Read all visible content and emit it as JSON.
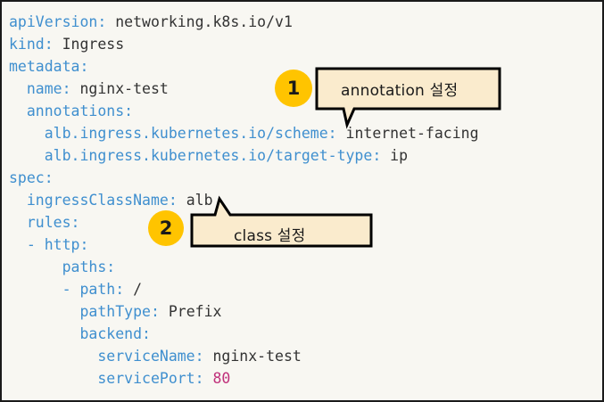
{
  "document": {
    "title": "Kubernetes Ingress YAML manifest with annotations",
    "background_color": "#f8f7f2",
    "border_color": "#1a1a1a",
    "key_color": "#3f8fcf",
    "value_color": "#333333",
    "number_color": "#c0307a",
    "badge_color": "#ffc400",
    "callout_fill": "#faebcd",
    "callout_border": "#000000"
  },
  "code": {
    "language": "yaml",
    "lines": [
      {
        "indent": 0,
        "key": "apiVersion",
        "value": "networking.k8s.io/v1",
        "type": "mapping"
      },
      {
        "indent": 0,
        "key": "kind",
        "value": "Ingress",
        "type": "mapping"
      },
      {
        "indent": 0,
        "key": "metadata",
        "value": "",
        "type": "mapping"
      },
      {
        "indent": 1,
        "key": "name",
        "value": "nginx-test",
        "type": "mapping"
      },
      {
        "indent": 1,
        "key": "annotations",
        "value": "",
        "type": "mapping"
      },
      {
        "indent": 2,
        "key": "alb.ingress.kubernetes.io/scheme",
        "value": "internet-facing",
        "type": "mapping"
      },
      {
        "indent": 2,
        "key": "alb.ingress.kubernetes.io/target-type",
        "value": "ip",
        "type": "mapping"
      },
      {
        "indent": 0,
        "key": "spec",
        "value": "",
        "type": "mapping"
      },
      {
        "indent": 1,
        "key": "ingressClassName",
        "value": "alb",
        "type": "mapping"
      },
      {
        "indent": 1,
        "key": "rules",
        "value": "",
        "type": "mapping"
      },
      {
        "indent": 1,
        "key": "http",
        "value": "",
        "type": "sequence"
      },
      {
        "indent": 3,
        "key": "paths",
        "value": "",
        "type": "mapping"
      },
      {
        "indent": 3,
        "key": "path",
        "value": "/",
        "type": "sequence"
      },
      {
        "indent": 4,
        "key": "pathType",
        "value": "Prefix",
        "type": "mapping"
      },
      {
        "indent": 4,
        "key": "backend",
        "value": "",
        "type": "mapping"
      },
      {
        "indent": 5,
        "key": "serviceName",
        "value": "nginx-test",
        "type": "mapping"
      },
      {
        "indent": 5,
        "key": "servicePort",
        "value": "80",
        "type": "number"
      }
    ],
    "raw_text": [
      "apiVersion: networking.k8s.io/v1",
      "kind: Ingress",
      "metadata:",
      "  name: nginx-test",
      "  annotations:",
      "    alb.ingress.kubernetes.io/scheme: internet-facing",
      "    alb.ingress.kubernetes.io/target-type: ip",
      "spec:",
      "  ingressClassName: alb",
      "  rules:",
      "  - http:",
      "      paths:",
      "      - path: /",
      "        pathType: Prefix",
      "        backend:",
      "          serviceName: nginx-test",
      "          servicePort: 80"
    ]
  },
  "annotations": [
    {
      "number": "1",
      "label": "annotation 설정",
      "target_line": "alb.ingress.kubernetes.io/scheme: internet-facing",
      "tail_direction": "down-left"
    },
    {
      "number": "2",
      "label": "class 설정",
      "target_line": "ingressClassName: alb",
      "tail_direction": "up-left"
    }
  ]
}
